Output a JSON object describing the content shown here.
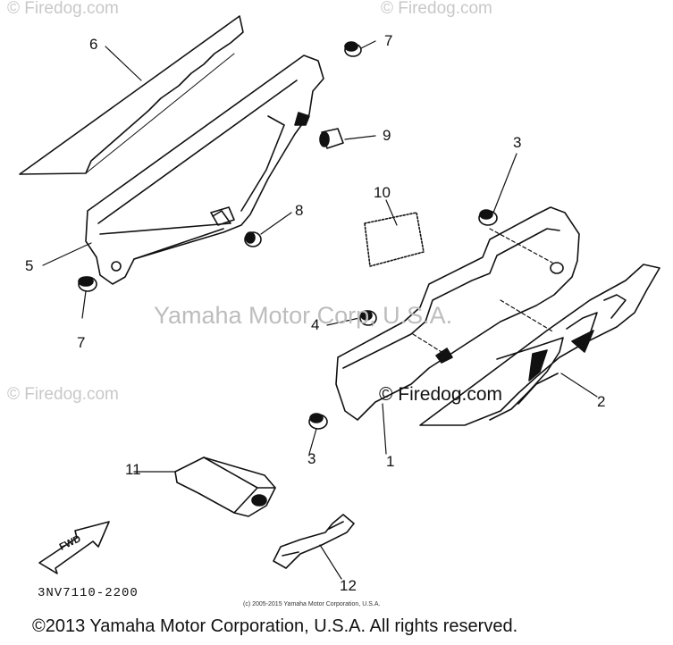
{
  "watermarks": {
    "top_left": "© Firedog.com",
    "top_right": "© Firedog.com",
    "mid_left": "© Firedog.com",
    "center": "Yamaha Motor Corp, U.S.A.",
    "stamp": "© Firedog.com"
  },
  "callouts": [
    "1",
    "2",
    "3",
    "3",
    "4",
    "5",
    "6",
    "7",
    "7",
    "8",
    "9",
    "10",
    "11",
    "12"
  ],
  "fwd_label": "FWD",
  "part_code": "3NV7110-2200",
  "small_copyright": "(c) 2005-2015 Yamaha Motor Corporation, U.S.A.",
  "copyright": "©2013 Yamaha Motor Corporation, U.S.A. All rights reserved."
}
